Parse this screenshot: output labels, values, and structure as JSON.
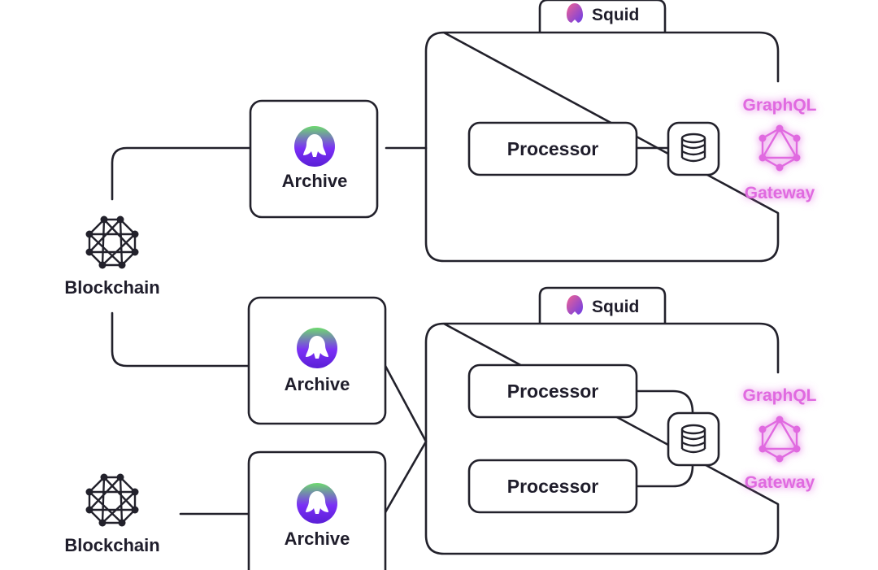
{
  "blockchains": [
    {
      "label": "Blockchain",
      "icon": "blockchain-network-icon"
    },
    {
      "label": "Blockchain",
      "icon": "blockchain-network-icon"
    }
  ],
  "archives": [
    {
      "label": "Archive",
      "icon": "archive-logo-icon"
    },
    {
      "label": "Archive",
      "icon": "archive-logo-icon"
    },
    {
      "label": "Archive",
      "icon": "archive-logo-icon"
    }
  ],
  "squids": [
    {
      "tab_label": "Squid",
      "processors": [
        "Processor"
      ],
      "graphql_label": "GraphQL",
      "gateway_label": "Gateway"
    },
    {
      "tab_label": "Squid",
      "processors": [
        "Processor",
        "Processor"
      ],
      "graphql_label": "GraphQL",
      "gateway_label": "Gateway"
    }
  ],
  "colors": {
    "line": "#22212b",
    "graphql": "#e06be0",
    "archive_gradient": [
      "#6dd96d",
      "#7b2ff7"
    ],
    "squid_gradient": [
      "#f06292",
      "#6a3de8"
    ]
  }
}
